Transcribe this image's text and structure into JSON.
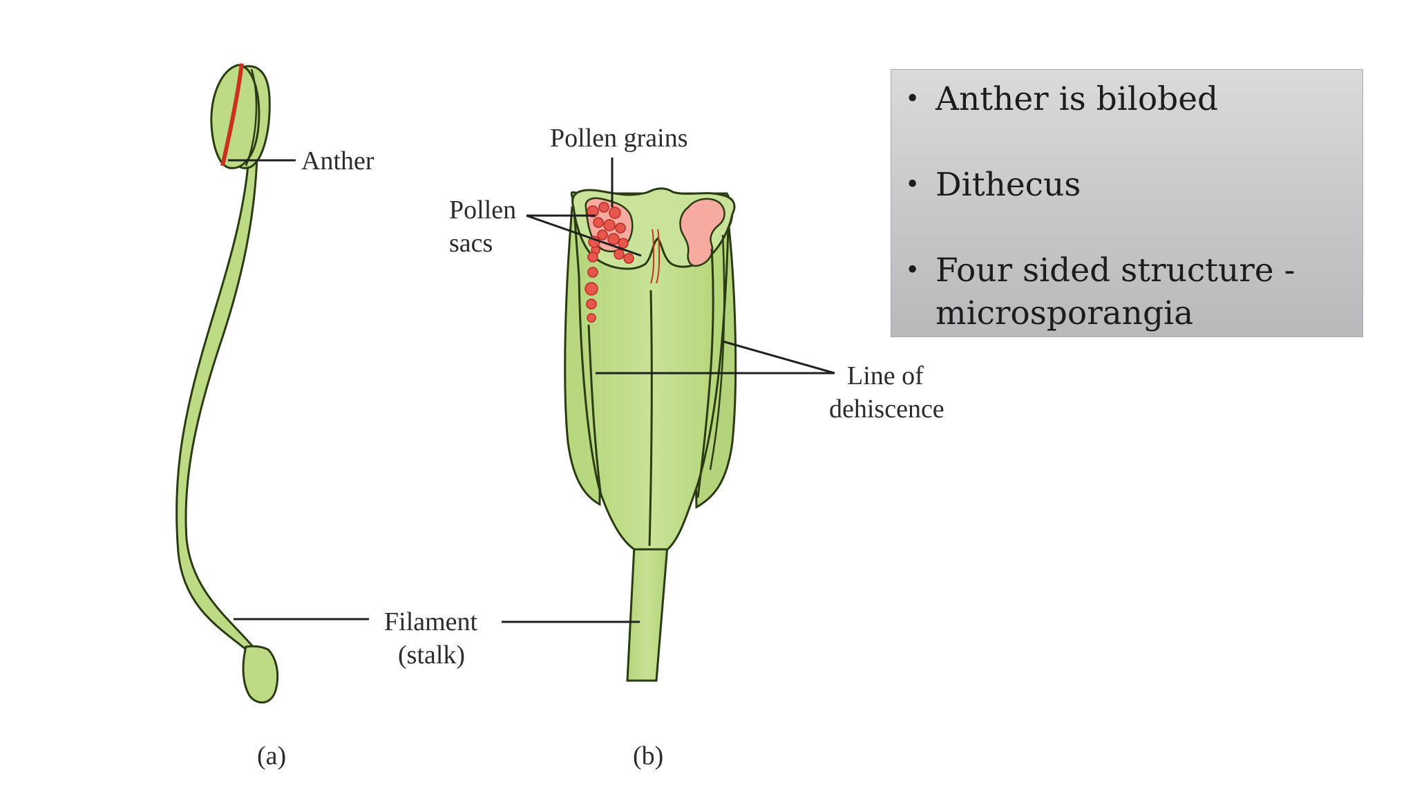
{
  "diagram": {
    "labels": {
      "anther": "Anther",
      "pollen_grains": "Pollen grains",
      "pollen": "Pollen",
      "sacs": "sacs",
      "line_of": "Line of",
      "dehiscence": "dehiscence",
      "filament": "Filament",
      "stalk": "(stalk)",
      "caption_a": "(a)",
      "caption_b": "(b)"
    }
  },
  "colors": {
    "tissue_green": "#bcdb84",
    "outline": "#2a3a12",
    "pollen_sac": "#f6aaa0",
    "pollen_grain": "#e8574e",
    "dehiscence_red": "#c8321e"
  },
  "bullets": [
    "Anther is bilobed",
    "Dithecus",
    "Four sided structure - microsporangia"
  ]
}
